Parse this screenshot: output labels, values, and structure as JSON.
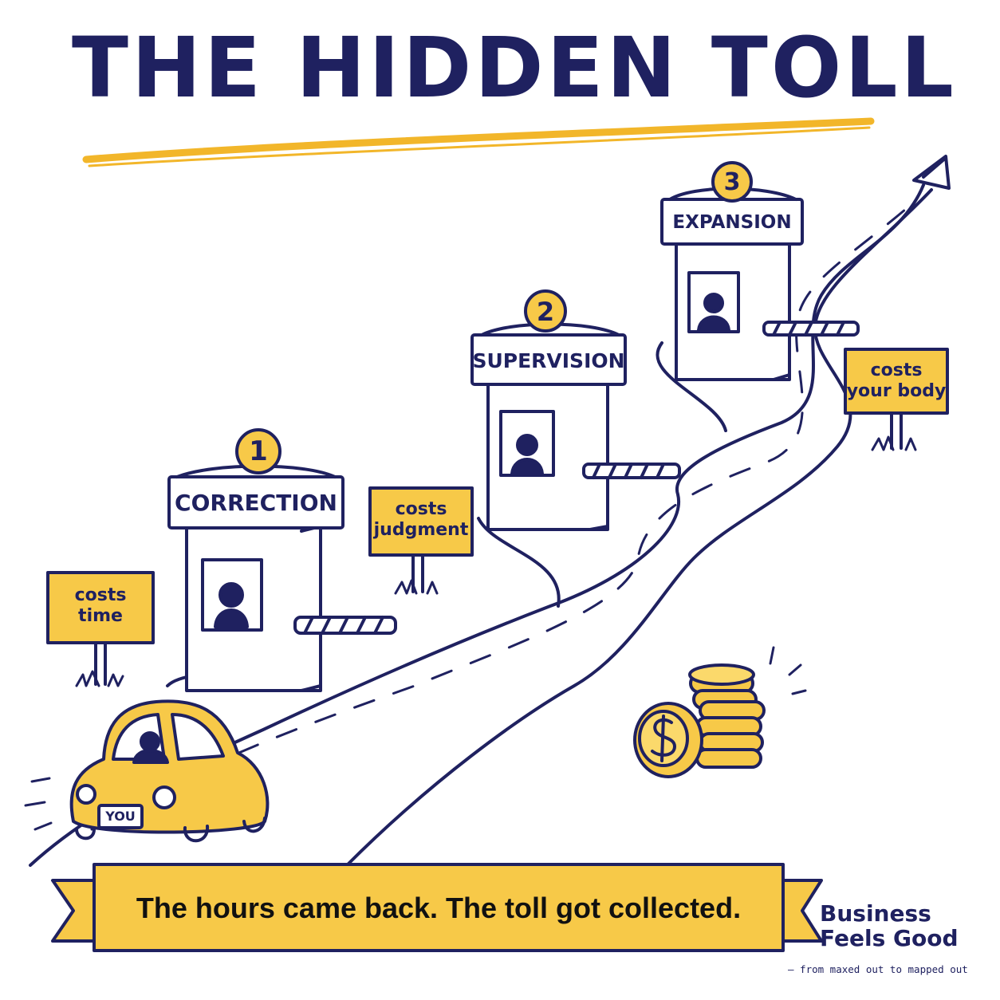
{
  "title": "THE HIDDEN TOLL",
  "booths": [
    {
      "number": "1",
      "label": "CORRECTION",
      "sign": [
        "costs",
        "time"
      ]
    },
    {
      "number": "2",
      "label": "SUPERVISION",
      "sign": [
        "costs",
        "judgment"
      ]
    },
    {
      "number": "3",
      "label": "EXPANSION",
      "sign": [
        "costs",
        "your body"
      ]
    }
  ],
  "car": {
    "plate": "YOU"
  },
  "banner": {
    "text": "The hours came back. The toll got collected."
  },
  "brand": {
    "line1": "Business",
    "line2": "Feels Good",
    "tagline": "— from maxed out to mapped out"
  },
  "colors": {
    "navy": "#1f2160",
    "yellow": "#f7c948",
    "yellow_light": "#fbd96b"
  },
  "icons": [
    "coin-icon",
    "dollar-icon",
    "arrow-icon",
    "person-icon",
    "grass-icon",
    "car-icon"
  ]
}
